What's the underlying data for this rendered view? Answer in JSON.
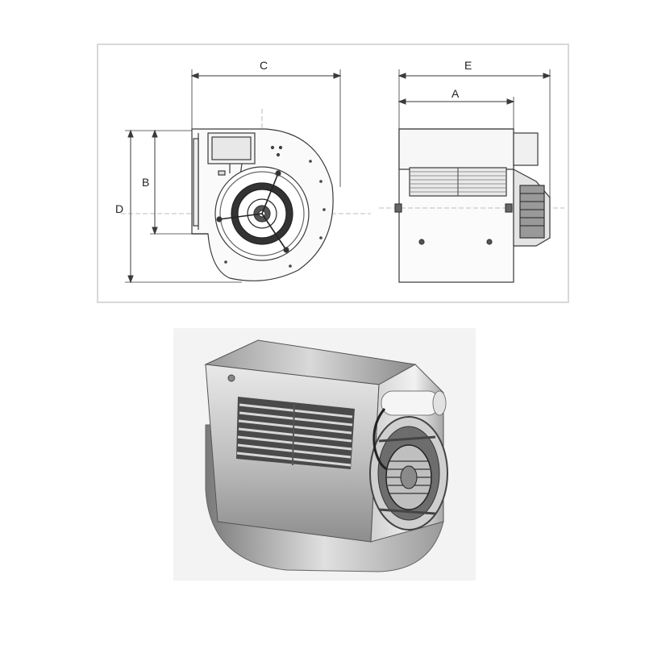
{
  "dimensions": {
    "c": "C",
    "e": "E",
    "a": "A",
    "b": "B",
    "d": "D"
  },
  "colors": {
    "frame": "#d8d8d8",
    "line": "#3a3a3a",
    "metal_light": "#e6e6e6",
    "metal_mid": "#b5b5b5",
    "metal_dark": "#5a5a5a",
    "photo_bg": "#f3f3f3"
  }
}
